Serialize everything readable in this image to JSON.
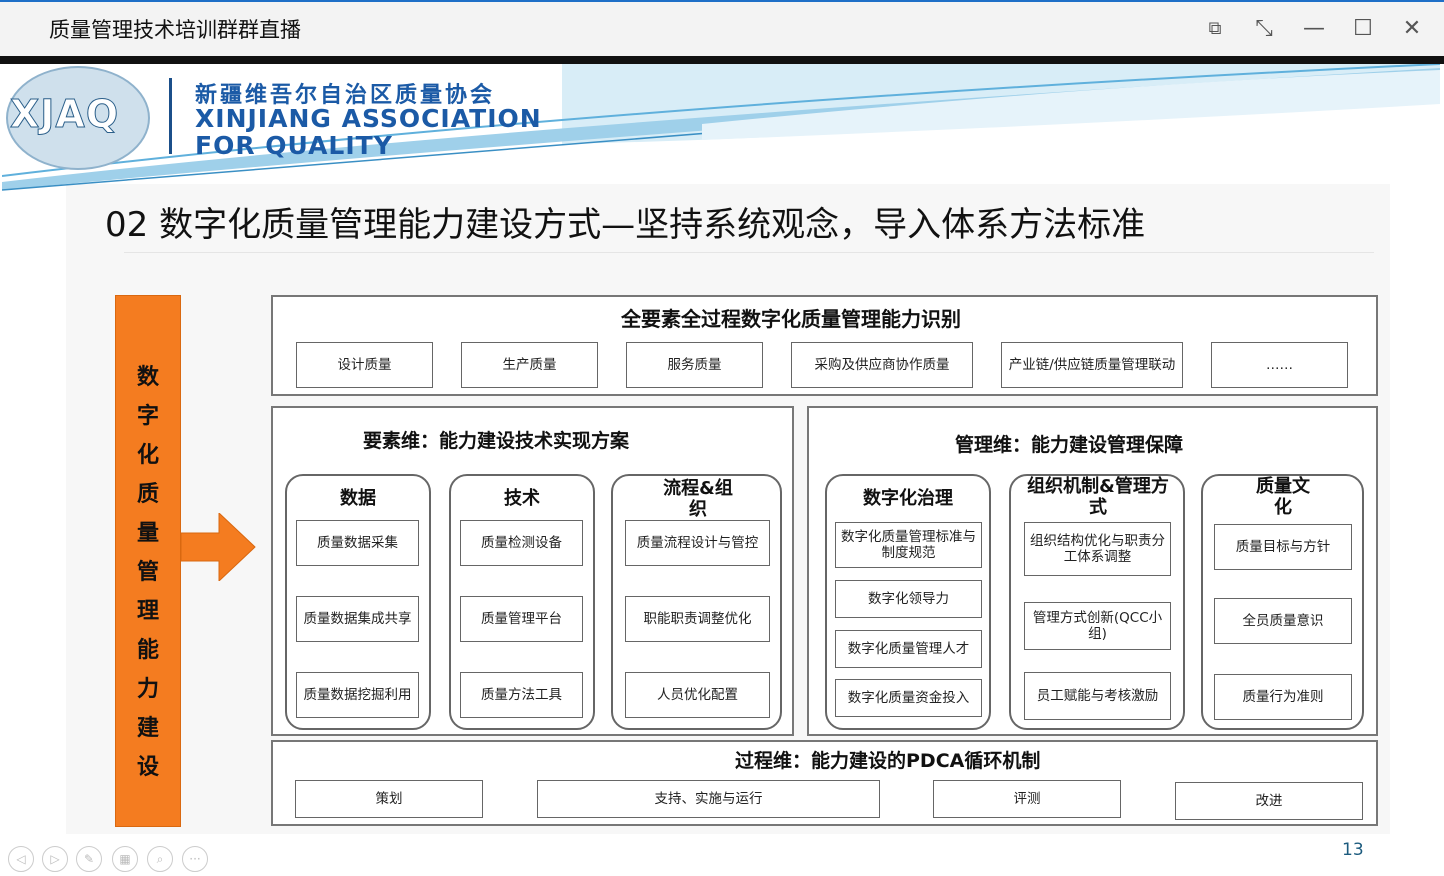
{
  "window": {
    "title": "质量管理技术培训群群直播",
    "controls": {
      "pip": "⧉",
      "fullscreen": "⤡",
      "minimize": "—",
      "maximize": "☐",
      "close": "✕"
    }
  },
  "header": {
    "logo_text": "XJAQ",
    "org_cn": "新疆维吾尔自治区质量协会",
    "org_en_line1": "XINJIANG ASSOCIATION",
    "org_en_line2": "FOR QUALITY"
  },
  "slide": {
    "title": "02  数字化质量管理能力建设方式—坚持系统观念，导入体系方法标准",
    "page_number": "13",
    "vertical_label": [
      "数",
      "字",
      "化",
      "质",
      "量",
      "管",
      "理",
      "能",
      "力",
      "建",
      "设"
    ],
    "top_section": {
      "title": "全要素全过程数字化质量管理能力识别",
      "items": [
        "设计质量",
        "生产质量",
        "服务质量",
        "采购及供应商协作质量",
        "产业链/供应链质量管理联动",
        "……"
      ]
    },
    "element_dim": {
      "title": "要素维：能力建设技术实现方案",
      "columns": [
        {
          "title": "数据",
          "items": [
            "质量数据采集",
            "质量数据集成共享",
            "质量数据挖掘利用"
          ]
        },
        {
          "title": "技术",
          "items": [
            "质量检测设备",
            "质量管理平台",
            "质量方法工具"
          ]
        },
        {
          "title": "流程&组织",
          "items": [
            "质量流程设计与管控",
            "职能职责调整优化",
            "人员优化配置"
          ]
        }
      ]
    },
    "mgmt_dim": {
      "title": "管理维：能力建设管理保障",
      "columns": [
        {
          "title": "数字化治理",
          "items": [
            "数字化质量管理标准与制度规范",
            "数字化领导力",
            "数字化质量管理人才",
            "数字化质量资金投入"
          ]
        },
        {
          "title": "组织机制&管理方式",
          "items": [
            "组织结构优化与职责分工体系调整",
            "管理方式创新(QCC小组)",
            "员工赋能与考核激励"
          ]
        },
        {
          "title": "质量文化",
          "items": [
            "质量目标与方针",
            "全员质量意识",
            "质量行为准则"
          ]
        }
      ]
    },
    "process_dim": {
      "title": "过程维：能力建设的PDCA循环机制",
      "items": [
        "策划",
        "支持、实施与运行",
        "评测",
        "改进"
      ]
    }
  },
  "player_nav": {
    "prev": "◁",
    "next": "▷",
    "pen": "✎",
    "view": "▦",
    "zoom": "⌕",
    "more": "···"
  }
}
